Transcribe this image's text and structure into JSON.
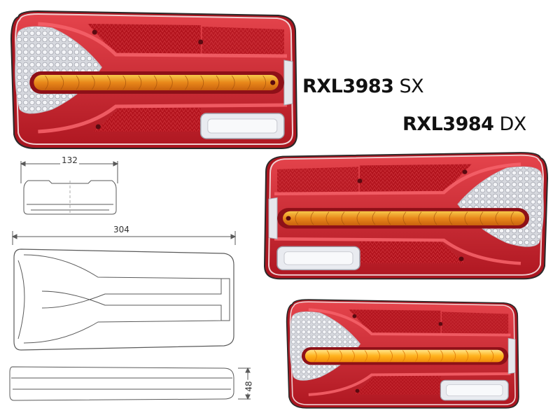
{
  "products": [
    {
      "code": "RXL3983",
      "side": "SX"
    },
    {
      "code": "RXL3984",
      "side": "DX"
    }
  ],
  "dimensions": {
    "width_mm": "132",
    "length_mm": "304",
    "height_mm": "48"
  },
  "colors": {
    "lens_red": "#c8202a",
    "lens_dark_red": "#8e1018",
    "amber": "#f0a020",
    "chrome": "#e4e4ea",
    "outline": "#555555"
  }
}
